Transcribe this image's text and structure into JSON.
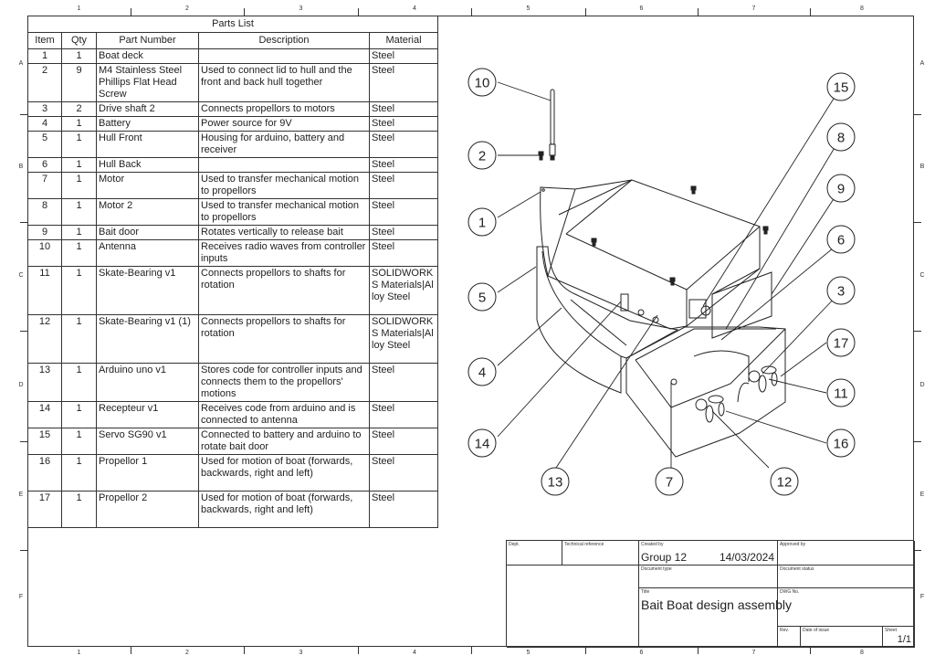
{
  "frame": {
    "columns_top": [
      "1",
      "2",
      "3",
      "4",
      "5",
      "6",
      "7",
      "8"
    ],
    "columns_bottom": [
      "1",
      "2",
      "3",
      "4",
      "5",
      "6",
      "7",
      "8"
    ],
    "rows_left": [
      "A",
      "B",
      "C",
      "D",
      "E",
      "F"
    ],
    "rows_right": [
      "A",
      "B",
      "C",
      "D",
      "E",
      "F"
    ]
  },
  "parts_list": {
    "title": "Parts List",
    "headers": [
      "Item",
      "Qty",
      "Part Number",
      "Description",
      "Material"
    ],
    "rows": [
      {
        "item": "1",
        "qty": "1",
        "part": "Boat deck",
        "desc": "",
        "material": "Steel"
      },
      {
        "item": "2",
        "qty": "9",
        "part": "M4 Stainless Steel Phillips Flat Head Screw",
        "desc": "Used to connect lid to hull and the front and back hull together",
        "material": "Steel"
      },
      {
        "item": "3",
        "qty": "2",
        "part": "Drive shaft 2",
        "desc": "Connects propellors to motors",
        "material": "Steel"
      },
      {
        "item": "4",
        "qty": "1",
        "part": "Battery",
        "desc": "Power source  for 9V",
        "material": "Steel"
      },
      {
        "item": "5",
        "qty": "1",
        "part": "Hull Front",
        "desc": "Housing for arduino, battery and receiver",
        "material": "Steel"
      },
      {
        "item": "6",
        "qty": "1",
        "part": "Hull Back",
        "desc": "",
        "material": "Steel"
      },
      {
        "item": "7",
        "qty": "1",
        "part": "Motor",
        "desc": "Used to transfer mechanical motion to propellors",
        "material": "Steel"
      },
      {
        "item": "8",
        "qty": "1",
        "part": "Motor 2",
        "desc": "Used to transfer mechanical motion to propellors",
        "material": "Steel"
      },
      {
        "item": "9",
        "qty": "1",
        "part": "Bait door",
        "desc": "Rotates vertically to release bait",
        "material": "Steel"
      },
      {
        "item": "10",
        "qty": "1",
        "part": "Antenna",
        "desc": "Receives radio waves from controller inputs",
        "material": "Steel"
      },
      {
        "item": "11",
        "qty": "1",
        "part": "Skate-Bearing v1",
        "desc": "Connects propellors to shafts for rotation",
        "material": "SOLIDWORKS Materials|Alloy Steel"
      },
      {
        "item": "12",
        "qty": "1",
        "part": "Skate-Bearing v1 (1)",
        "desc": "Connects propellors to shafts for rotation",
        "material": "SOLIDWORKS Materials|Alloy Steel"
      },
      {
        "item": "13",
        "qty": "1",
        "part": "Arduino uno v1",
        "desc": "Stores code for controller inputs and connects them to the propellors' motions",
        "material": "Steel"
      },
      {
        "item": "14",
        "qty": "1",
        "part": "Recepteur v1",
        "desc": "Receives code from arduino and is connected to antenna",
        "material": "Steel"
      },
      {
        "item": "15",
        "qty": "1",
        "part": "Servo SG90 v1",
        "desc": "Connected to battery and arduino to rotate bait door",
        "material": "Steel"
      },
      {
        "item": "16",
        "qty": "1",
        "part": "Propellor 1",
        "desc": "Used for motion of boat (forwards, backwards, right and left)",
        "material": "Steel"
      },
      {
        "item": "17",
        "qty": "1",
        "part": "Propellor 2",
        "desc": "Used for motion of boat (forwards, backwards, right and left)",
        "material": "Steel"
      }
    ]
  },
  "balloons": [
    "10",
    "2",
    "1",
    "5",
    "4",
    "14",
    "13",
    "7",
    "12",
    "16",
    "11",
    "17",
    "3",
    "6",
    "9",
    "8",
    "15"
  ],
  "title_block": {
    "dept_label": "Dept.",
    "tech_ref_label": "Technical reference",
    "created_by_label": "Created by",
    "created_by": "Group 12",
    "date": "14/03/2024",
    "approved_by_label": "Approved by",
    "doc_type_label": "Document type",
    "doc_status_label": "Document status",
    "title_label": "Title",
    "title": "Bait Boat design assembly",
    "dwg_no_label": "DWG No.",
    "rev_label": "Rev.",
    "date_of_issue_label": "Date of issue",
    "sheet_label": "Sheet",
    "sheet": "1/1"
  }
}
